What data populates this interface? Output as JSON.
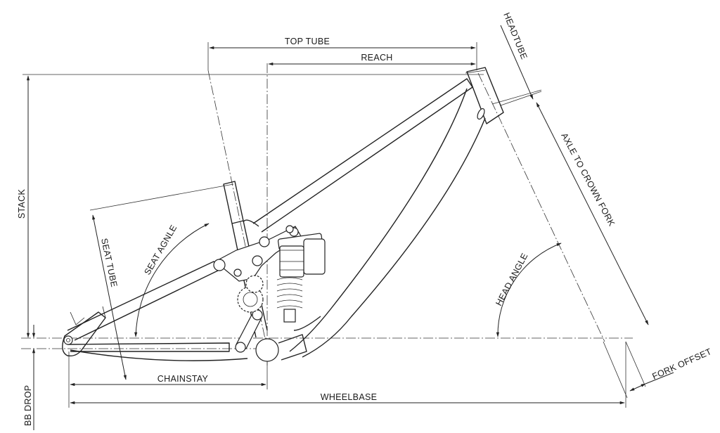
{
  "labels": {
    "top_tube": "TOP TUBE",
    "reach": "REACH",
    "headtube": "HEADTUBE",
    "stack": "STACK",
    "seat_tube": "SEAT TUBE",
    "seat_angle": "SEAT AGNLE",
    "axle_to_crown": "AXLE TO CROWN FORK",
    "head_angle": "HEAD ANGLE",
    "chainstay": "CHAINSTAY",
    "wheelbase": "WHEELBASE",
    "bb_drop": "BB DROP",
    "fork_offset": "FORK OFFSET"
  }
}
